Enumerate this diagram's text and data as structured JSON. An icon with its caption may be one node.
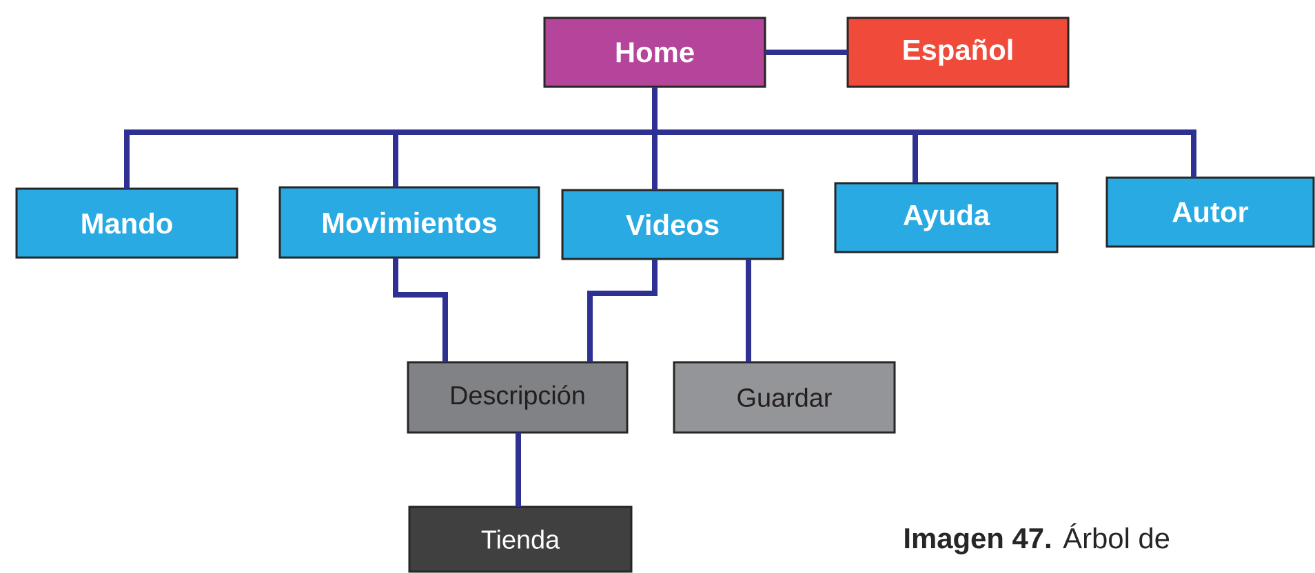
{
  "diagram": {
    "caption": "**Imagen 47.** Árbol de",
    "nodes": [
      {
        "text": [
          "Home"
        ]
      },
      {
        "text": [
          "Español"
        ]
      },
      {
        "text": [
          "Mando"
        ]
      },
      {
        "text": [
          "Movimientos"
        ]
      },
      {
        "text": [
          "Videos"
        ]
      },
      {
        "text": [
          "Ayuda"
        ]
      },
      {
        "text": [
          "Autor"
        ]
      },
      {
        "text": [
          "Descripción"
        ]
      },
      {
        "text": [
          "Guardar"
        ]
      },
      {
        "text": [
          "Tienda"
        ]
      }
    ],
    "edges": [
      {
        "from": 0,
        "to": 1,
        "arrow": "none"
      },
      {
        "from": 0,
        "to": 2,
        "arrow": "none"
      },
      {
        "from": 0,
        "to": 3,
        "arrow": "none"
      },
      {
        "from": 0,
        "to": 4,
        "arrow": "none"
      },
      {
        "from": 0,
        "to": 5,
        "arrow": "none"
      },
      {
        "from": 0,
        "to": 6,
        "arrow": "none"
      },
      {
        "from": 3,
        "to": 7,
        "arrow": "none"
      },
      {
        "from": 4,
        "to": 7,
        "arrow": "none"
      },
      {
        "from": 4,
        "to": 8,
        "arrow": "none"
      },
      {
        "from": 7,
        "to": 9,
        "arrow": "none"
      }
    ]
  }
}
